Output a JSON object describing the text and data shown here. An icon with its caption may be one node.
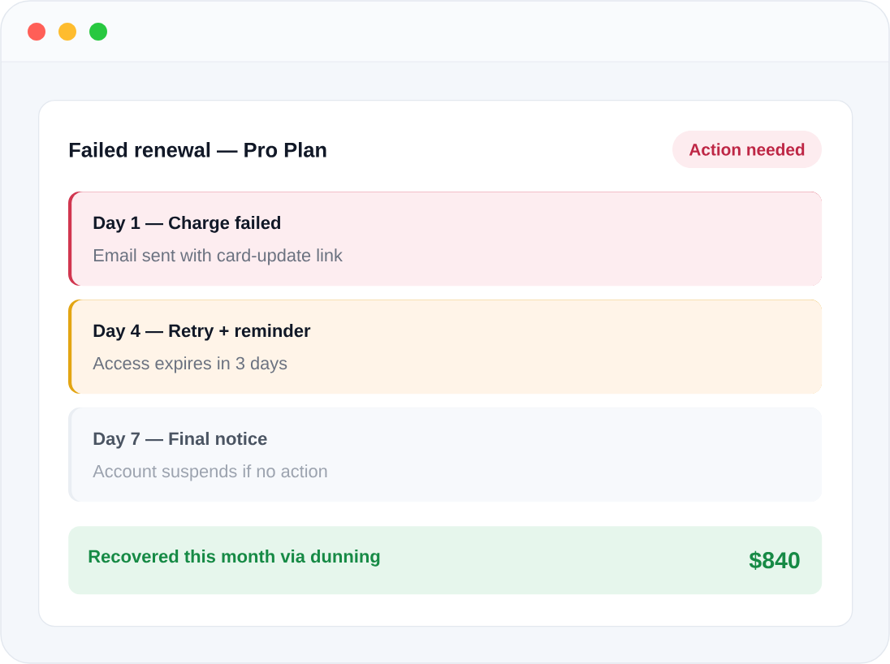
{
  "diagram": {
    "nodes": [
      {
        "text": [
          "Failed renewal — Pro Plan"
        ]
      },
      {
        "text": [
          "Action needed"
        ],
        "in": 0
      },
      {
        "text": [
          "Day 1 — Charge failed",
          "Email sent with card-update link"
        ],
        "in": 0
      },
      {
        "text": [
          "Day 4 — Retry + reminder",
          "Access expires in 3 days"
        ],
        "in": 0
      },
      {
        "text": [
          "Day 7 — Final notice",
          "Account suspends if no action"
        ],
        "in": 0
      },
      {
        "text": [
          "Recovered this month via dunning",
          "$840"
        ],
        "in": 0
      }
    ]
  }
}
